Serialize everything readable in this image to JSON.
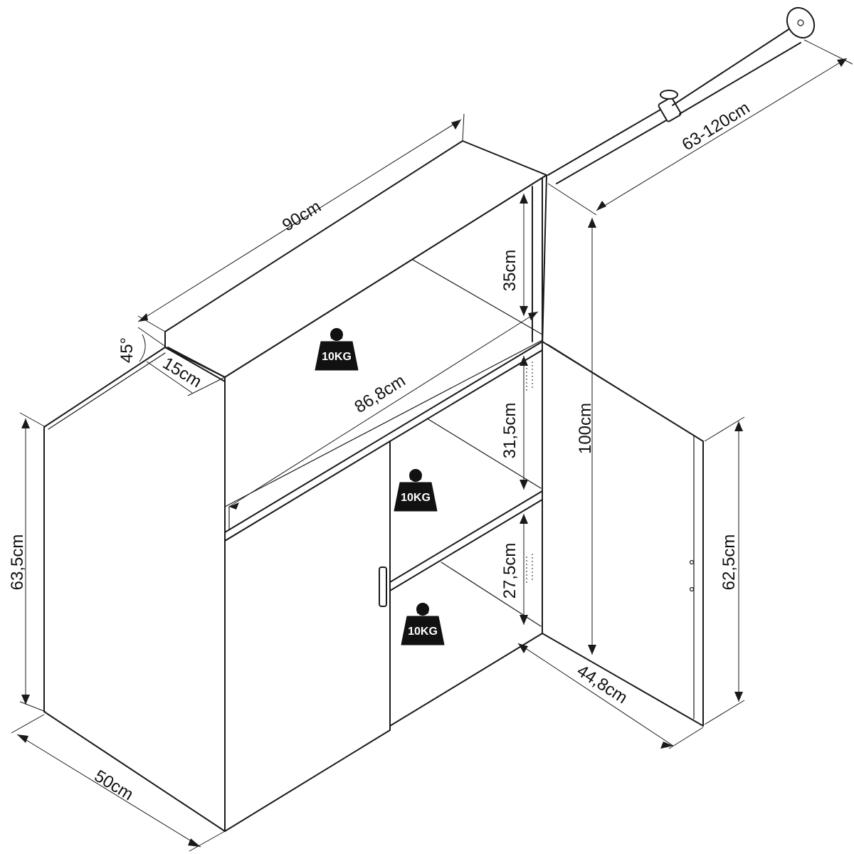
{
  "dimensions": {
    "width": "90cm",
    "depth": "50cm",
    "height_side": "63,5cm",
    "total_height": "100cm",
    "rail_length": "63-120cm",
    "top_shelf_gap": "35cm",
    "mid_shelf_gap": "31,5cm",
    "bottom_shelf_gap": "27,5cm",
    "inner_width": "86,8cm",
    "door_height": "62,5cm",
    "door_width": "44,8cm",
    "angle": "45°",
    "top_depth": "15cm"
  },
  "weights": [
    "10KG",
    "10KG",
    "10KG"
  ]
}
